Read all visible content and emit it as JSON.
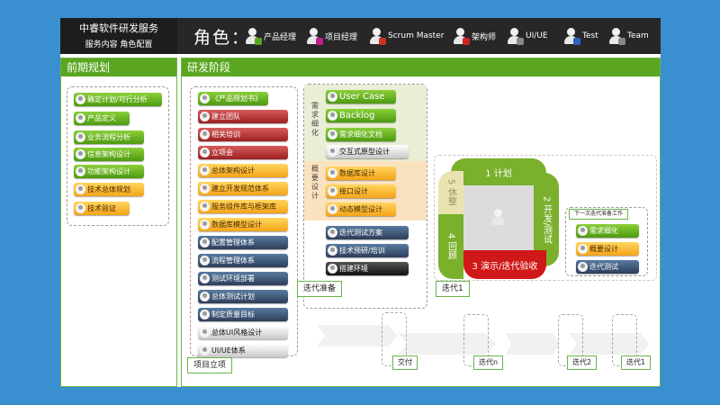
{
  "brand": {
    "title": "中睿软件研发服务",
    "subtitle": "服务内容 角色配置"
  },
  "roles_label": "角色：",
  "roles": [
    {
      "label": "产品经理",
      "icon": "product-manager-avatar-icon",
      "color": "#5aa620"
    },
    {
      "label": "项目经理",
      "icon": "project-manager-avatar-icon",
      "color": "#c0208a"
    },
    {
      "label": "Scrum Master",
      "icon": "scrum-master-avatar-icon",
      "color": "#d03020"
    },
    {
      "label": "架构师",
      "icon": "architect-avatar-icon",
      "color": "#d02020"
    },
    {
      "label": "UI/UE",
      "icon": "ui-ue-avatar-icon",
      "color": "#888888"
    },
    {
      "label": "Test",
      "icon": "test-avatar-icon",
      "color": "#3060c0"
    },
    {
      "label": "Team",
      "icon": "team-avatar-icon",
      "color": "#888888"
    }
  ],
  "early_planning": {
    "header": "前期规划",
    "items": [
      {
        "label": "确定计划/可行分析",
        "style": "g"
      },
      {
        "label": "产品定义",
        "style": "g"
      },
      {
        "label": "业务流程分析",
        "style": "g"
      },
      {
        "label": "信息架构设计",
        "style": "g"
      },
      {
        "label": "功能架构设计",
        "style": "g"
      },
      {
        "label": "技术总体规划",
        "style": "y"
      },
      {
        "label": "技术验证",
        "style": "y"
      }
    ]
  },
  "dev_stage": {
    "header": "研发阶段",
    "project_setup": {
      "tag": "项目立项",
      "items": [
        {
          "label": "《产品规划书》",
          "style": "g"
        },
        {
          "label": "建立团队",
          "style": "r"
        },
        {
          "label": "相关培训",
          "style": "r"
        },
        {
          "label": "立项会",
          "style": "r"
        },
        {
          "label": "总体架构设计",
          "style": "y"
        },
        {
          "label": "建立开发规范体系",
          "style": "y"
        },
        {
          "label": "服务组件库与框架库",
          "style": "y"
        },
        {
          "label": "数据库模型设计",
          "style": "y"
        },
        {
          "label": "配置管理体系",
          "style": "n"
        },
        {
          "label": "流程管理体系",
          "style": "n"
        },
        {
          "label": "测试环境部署",
          "style": "n"
        },
        {
          "label": "总体测试计划",
          "style": "n"
        },
        {
          "label": "制定质量目标",
          "style": "n"
        },
        {
          "label": "总体UI风格设计",
          "style": "k"
        },
        {
          "label": "UI/UE体系",
          "style": "k"
        }
      ]
    },
    "iteration_prep": {
      "tag": "迭代准备",
      "req_label": "需求细化",
      "design_label": "概要设计",
      "req_items": [
        {
          "label": "User Case",
          "style": "g"
        },
        {
          "label": "Backlog",
          "style": "g"
        },
        {
          "label": "需求细化文档",
          "style": "g"
        },
        {
          "label": "交互式原型设计",
          "style": "k"
        }
      ],
      "design_items": [
        {
          "label": "数据库设计",
          "style": "y"
        },
        {
          "label": "接口设计",
          "style": "y"
        },
        {
          "label": "动态模型设计",
          "style": "y"
        }
      ],
      "other_items": [
        {
          "label": "迭代测试方案",
          "style": "n"
        },
        {
          "label": "技术预研/培训",
          "style": "n"
        },
        {
          "label": "搭建环境",
          "style": "d"
        }
      ]
    },
    "iteration1": {
      "tag": "迭代1",
      "cycle": {
        "plan": "1 计划",
        "dev": "2 开发/测试",
        "demo": "3 演示/迭代验收",
        "review": "4 回顾",
        "rest": "5 休整"
      },
      "next_iter": {
        "title": "下一次迭代准备工作",
        "items": [
          {
            "label": "需求细化",
            "style": "g"
          },
          {
            "label": "概要设计",
            "style": "y"
          },
          {
            "label": "迭代测试",
            "style": "n"
          }
        ]
      }
    },
    "deliver_tag": "交付",
    "iter_n_tag": "迭代n",
    "iter2_tag": "迭代2",
    "iter1_small_tag": "迭代1"
  },
  "colors": {
    "background": "#3a8fd0",
    "accent_green": "#5aa620",
    "cycle_green": "#7ab02c",
    "cycle_red": "#d01818"
  }
}
